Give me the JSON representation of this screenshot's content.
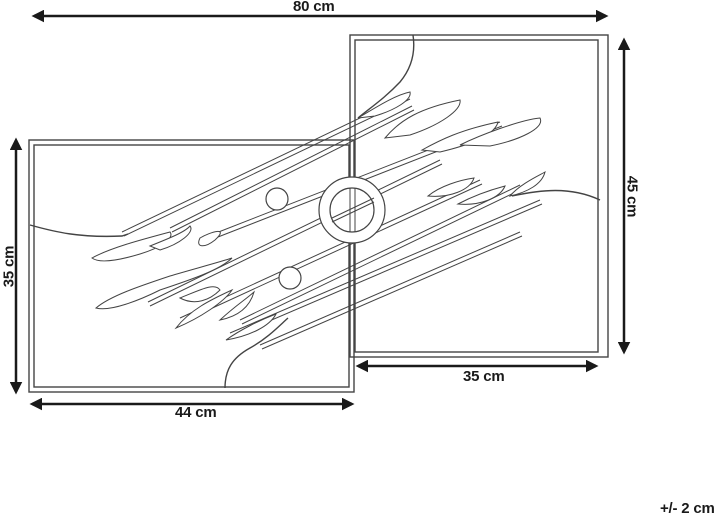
{
  "diagram": {
    "type": "product-dimension-drawing",
    "subject": "two-panel metal wall art with diagonal rods, rings and flame-like shapes",
    "colors": {
      "line": "#1a1a1a",
      "outline": "#444444",
      "background": "#ffffff"
    },
    "dimensions": {
      "total_width": "80 cm",
      "total_height": "45 cm",
      "left_panel_height": "35 cm",
      "left_panel_width": "44 cm",
      "right_panel_width": "35 cm"
    },
    "tolerance": "+/- 2 cm"
  }
}
